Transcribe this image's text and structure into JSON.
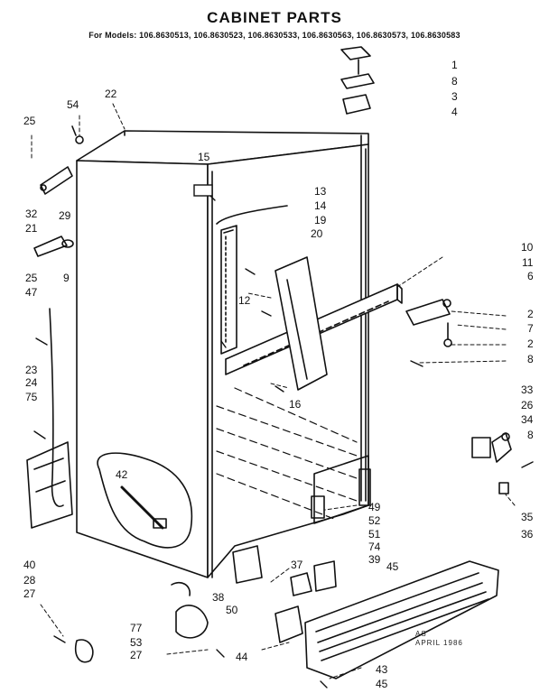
{
  "header": {
    "title": "CABINET PARTS",
    "models": "For Models: 106.8630513, 106.8630523, 106.8630533, 106.8630563, 106.8630573, 106.8630583"
  },
  "footnote": {
    "line1": "AS",
    "line2": "APRIL 1986"
  },
  "callouts": {
    "c1": "1",
    "c8a": "8",
    "c3": "3",
    "c4": "4",
    "c22": "22",
    "c54": "54",
    "c25a": "25",
    "c15": "15",
    "c32": "32",
    "c29": "29",
    "c21": "21",
    "c13": "13",
    "c14": "14",
    "c19": "19",
    "c20": "20",
    "c10": "10",
    "c11": "11",
    "c6": "6",
    "c25b": "25",
    "c9": "9",
    "c47": "47",
    "c12": "12",
    "c2a": "2",
    "c7": "7",
    "c2b": "2",
    "c8b": "8",
    "c23": "23",
    "c24": "24",
    "c75": "75",
    "c16": "16",
    "c33": "33",
    "c26": "26",
    "c34": "34",
    "c8c": "8",
    "c42": "42",
    "c49": "49",
    "c52": "52",
    "c51": "51",
    "c74": "74",
    "c39": "39",
    "c35": "35",
    "c36": "36",
    "c40": "40",
    "c28": "28",
    "c27a": "27",
    "c37": "37",
    "c45a": "45",
    "c38": "38",
    "c77": "77",
    "c50": "50",
    "c53": "53",
    "c27b": "27",
    "c44": "44",
    "c43": "43",
    "c45b": "45"
  }
}
